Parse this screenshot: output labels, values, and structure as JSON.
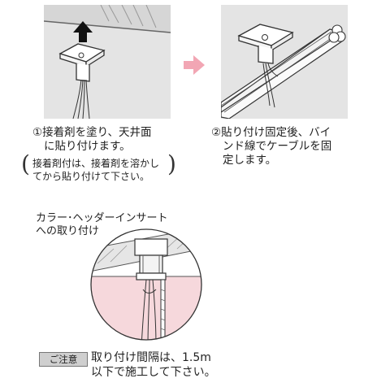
{
  "step1": {
    "line1": "①接着剤を塗り、天井面",
    "line2": "に貼り付けます。",
    "note_line1": "接着剤付は、接着剤を溶かし",
    "note_line2": "てから貼り付けて下さい。"
  },
  "step2": {
    "line1": "②貼り付け固定後、バイ",
    "line2": "ンド線でケーブルを固",
    "line3": "定します。"
  },
  "collar": {
    "line1": "カラー･ヘッダーインサート",
    "line2": "への取り付け"
  },
  "caution": {
    "badge": "ご注意",
    "line1": "取り付け間隔は、1.5m",
    "line2": "以下で施工して下さい。"
  },
  "colors": {
    "panel_gray": "#e4e4e4",
    "arrow_pink": "#f2a6b4",
    "circle_pink": "#f6d8dc"
  }
}
